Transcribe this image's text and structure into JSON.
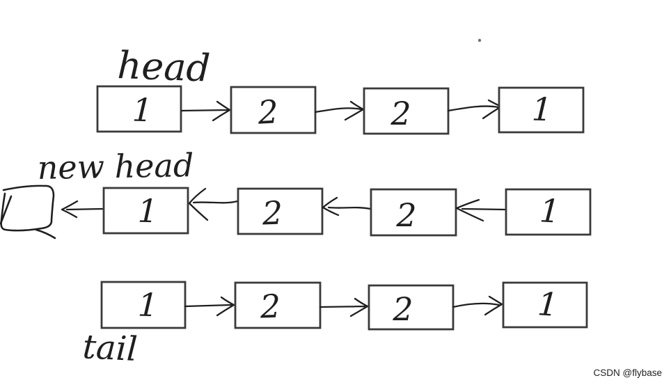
{
  "diagram": {
    "ink_color": "#1f1f1f",
    "rows": [
      {
        "label": "head",
        "label_position": "above-first-node",
        "direction": "right",
        "nodes": [
          "1",
          "2",
          "2",
          "1"
        ]
      },
      {
        "label": "new head",
        "label_position": "above-first-node",
        "direction": "left",
        "has_placeholder_box": true,
        "nodes": [
          "1",
          "2",
          "2",
          "1"
        ]
      },
      {
        "label": "tail",
        "label_position": "below-first-node",
        "direction": "right",
        "nodes": [
          "1",
          "2",
          "2",
          "1"
        ]
      }
    ]
  },
  "watermark": {
    "text": "CSDN @flybase",
    "color": "#b9b9b9"
  }
}
